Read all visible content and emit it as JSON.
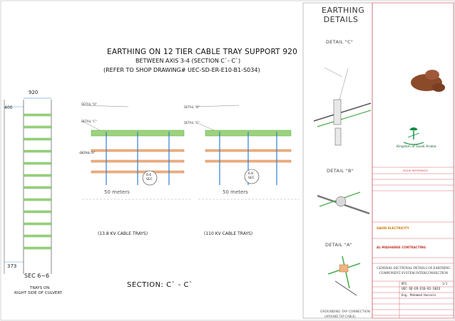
{
  "main": {
    "title": "EARTHING ON 12 TIER CABLE TRAY SUPPORT 920",
    "subtitle": "BETWEEN AXIS 3-4 (SECTION C`- C`)",
    "reference": "(REFER TO SHOP DRAWING# UEC-SD-ER-E10-B1-S034)",
    "section_label": "SECTION: C` - C`",
    "left_view": {
      "dim_top": "920",
      "dim_side": "400",
      "dim_bottom": "373",
      "section_caption": "SEC 6~6",
      "trays_caption_1": "TRAYS ON",
      "trays_caption_2": "RIGHT SIDE OF CULVERT"
    },
    "left_panel": {
      "caption": "(13.8 KV CABLE TRAYS)",
      "span_label": "50 meters",
      "kv_label_1": "6.6",
      "kv_label_2": "SEC"
    },
    "right_panel": {
      "caption": "(110 KV CABLE TRAYS)",
      "span_label": "50 meters",
      "kv_label_1": "6.6",
      "kv_label_2": "SEC"
    },
    "detail_tags": {
      "d": "DETAIL \"D\"",
      "c": "DETAIL \"C\"",
      "b": "DETAIL \"B\""
    }
  },
  "details": {
    "header_1": "EARTHING",
    "header_2": "DETAILS",
    "detail_c": "DETAIL \"C\"",
    "detail_b": "DETAIL \"B\"",
    "detail_a": "DETAIL \"A\"",
    "bottom_note_1": "GROUNDING TAP CONNECTION",
    "bottom_note_2": "(AROUND TAP CABLE)"
  },
  "title_block": {
    "kingdom": "Kingdom of Saudi Arabia",
    "reference_label": "ISSUE REFERENCE",
    "drawing_title_1": "GENERAL SECTIONAL DETAILS OF EARTHING",
    "drawing_title_2": "COMPONENT SYSTEM INTERCONNECTION",
    "drawing_no": "UEC-SD-ER-E10-B1-S033",
    "scale": "NTS",
    "author": "Eng. Mohamed Hussein",
    "sheet": "1/1",
    "contractor_1": "SAUDI ELECTRICITY",
    "contractor_2": "AL-MASHAREE CONTRACTING"
  },
  "colors": {
    "accent_red": "#d4424d",
    "tray_green": "#4caf50",
    "tray_blue": "#2f7fd6",
    "copper": "#b66a3a",
    "saudi_green": "#0b8a3a"
  }
}
